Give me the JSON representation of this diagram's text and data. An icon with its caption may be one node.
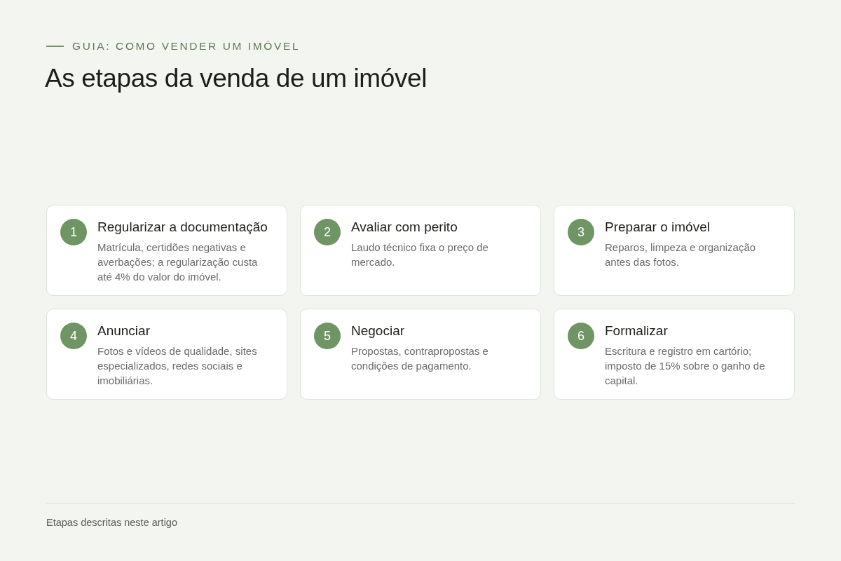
{
  "diagram": {
    "title": "As etapas da venda de um imóvel",
    "caption": "Etapas descritas neste artigo",
    "labels": [
      "GUIA: COMO VENDER UM IMÓVEL"
    ],
    "nodes": [
      {
        "text": [
          "Regularizar a documentação",
          "Matrícula, certidões negativas e averbações; a regularização custa até 4% do valor do imóvel."
        ]
      },
      {
        "text": [
          "1"
        ],
        "in": 0
      },
      {
        "text": [
          "Avaliar com perito",
          "Laudo técnico fixa o preço de mercado."
        ]
      },
      {
        "text": [
          "2"
        ],
        "in": 2
      },
      {
        "text": [
          "Preparar o imóvel",
          "Reparos, limpeza e organização antes das fotos."
        ]
      },
      {
        "text": [
          "3"
        ],
        "in": 4
      },
      {
        "text": [
          "Anunciar",
          "Fotos e vídeos de qualidade, sites especializados, redes sociais e imobiliárias."
        ]
      },
      {
        "text": [
          "4"
        ],
        "in": 6
      },
      {
        "text": [
          "Negociar",
          "Propostas, contrapropostas e condições de pagamento."
        ]
      },
      {
        "text": [
          "5"
        ],
        "in": 8
      },
      {
        "text": [
          "Formalizar",
          "Escritura e registro em cartório; imposto de 15% sobre o ganho de capital."
        ]
      },
      {
        "text": [
          "6"
        ],
        "in": 10
      }
    ]
  }
}
